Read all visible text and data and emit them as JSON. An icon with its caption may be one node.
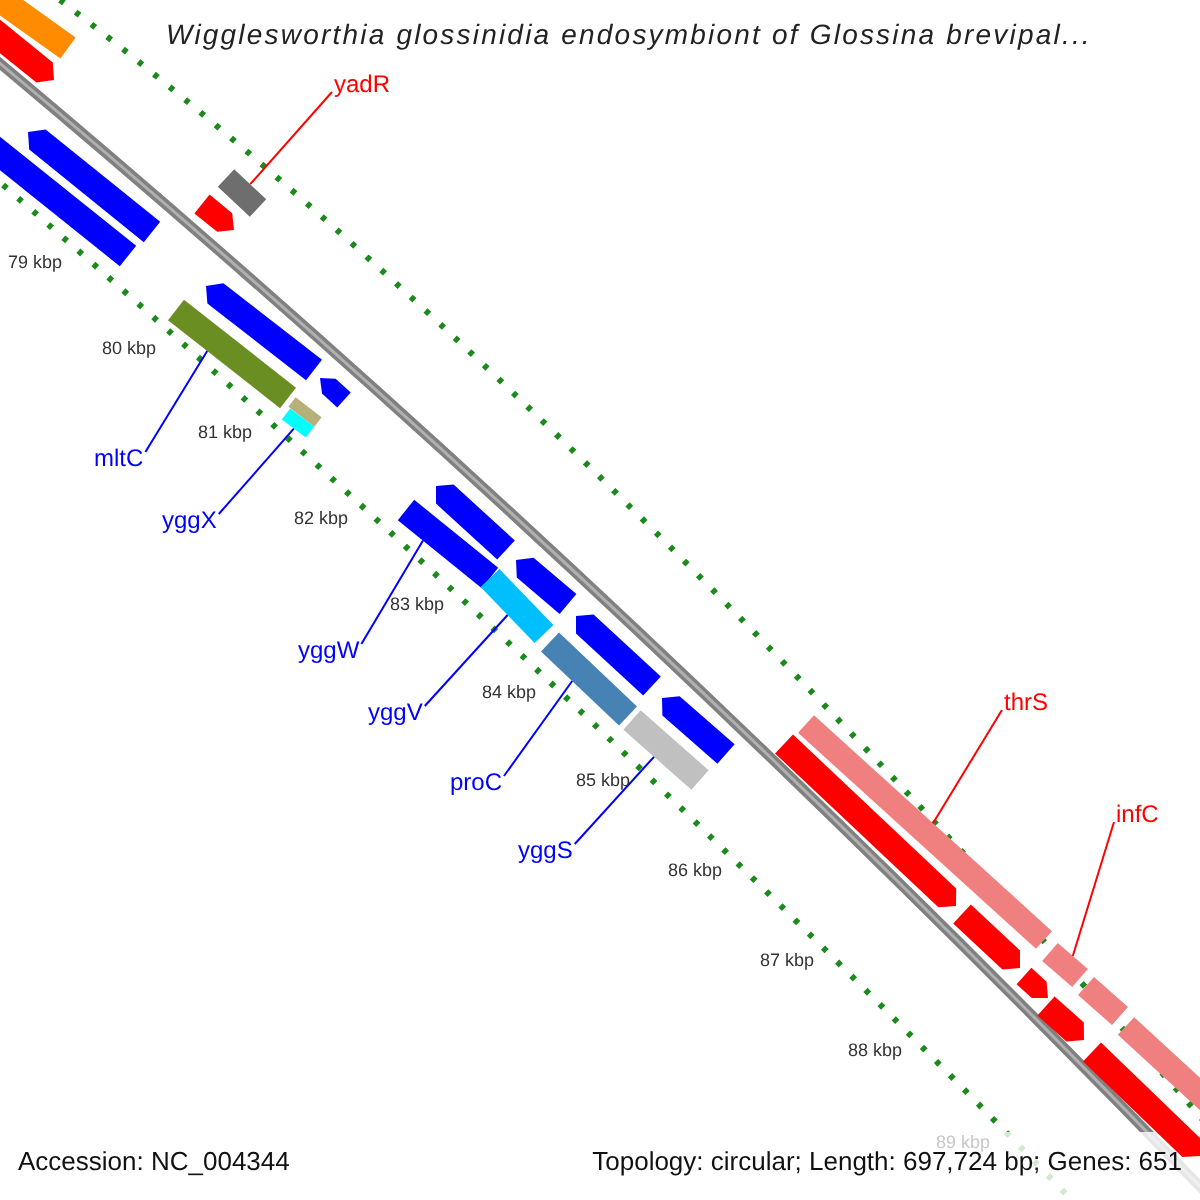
{
  "diagram": {
    "title": "Wigglesworthia glossinidia endosymbiont of Glossina brevipal...",
    "nodes": [
      {
        "text": [
          "yadR"
        ]
      },
      {
        "text": [],
        "shape": "bar"
      },
      {
        "text": [
          "mltC"
        ]
      },
      {
        "text": [],
        "shape": "bar"
      },
      {
        "text": [
          "yggX"
        ]
      },
      {
        "text": [],
        "shape": "bar"
      },
      {
        "text": [
          "yggW"
        ]
      },
      {
        "text": [],
        "shape": "bar"
      },
      {
        "text": [
          "yggV"
        ]
      },
      {
        "text": [],
        "shape": "bar"
      },
      {
        "text": [
          "proC"
        ]
      },
      {
        "text": [],
        "shape": "bar"
      },
      {
        "text": [
          "yggS"
        ]
      },
      {
        "text": [],
        "shape": "bar"
      },
      {
        "text": [
          "thrS"
        ]
      },
      {
        "text": [],
        "shape": "bar"
      },
      {
        "text": [
          "infC"
        ]
      },
      {
        "text": [],
        "shape": "bar"
      },
      {
        "text": [],
        "shape": "bar"
      },
      {
        "text": [],
        "shape": "arrow"
      },
      {
        "text": [],
        "shape": "arrow"
      },
      {
        "text": [],
        "shape": "arrow"
      },
      {
        "text": [],
        "shape": "bar"
      },
      {
        "text": [],
        "shape": "arrow"
      },
      {
        "text": [],
        "shape": "arrow"
      },
      {
        "text": [],
        "shape": "bar"
      },
      {
        "text": [],
        "shape": "arrow"
      },
      {
        "text": [],
        "shape": "arrow"
      },
      {
        "text": [],
        "shape": "arrow"
      },
      {
        "text": [],
        "shape": "arrow"
      },
      {
        "text": [],
        "shape": "arrow"
      },
      {
        "text": [],
        "shape": "arrow"
      },
      {
        "text": [],
        "shape": "arrow"
      },
      {
        "text": [],
        "shape": "arrow"
      },
      {
        "text": [],
        "shape": "arrow"
      },
      {
        "text": [],
        "shape": "bar"
      },
      {
        "text": [],
        "shape": "bar"
      }
    ],
    "edges": [
      {
        "from": 0,
        "to": 1,
        "arrow": "none",
        "color": "#ff0000"
      },
      {
        "from": 2,
        "to": 3,
        "arrow": "none"
      },
      {
        "from": 4,
        "to": 5,
        "arrow": "none"
      },
      {
        "from": 6,
        "to": 7,
        "arrow": "none"
      },
      {
        "from": 8,
        "to": 9,
        "arrow": "none"
      },
      {
        "from": 10,
        "to": 11,
        "arrow": "none"
      },
      {
        "from": 12,
        "to": 13,
        "arrow": "none"
      },
      {
        "from": 14,
        "to": 15,
        "arrow": "none",
        "color": "#ff0000"
      },
      {
        "from": 16,
        "to": 17,
        "arrow": "none",
        "color": "#ff0000"
      }
    ],
    "labels": [
      "79 kbp",
      "80 kbp",
      "81 kbp",
      "82 kbp",
      "83 kbp",
      "84 kbp",
      "85 kbp",
      "86 kbp",
      "87 kbp",
      "88 kbp",
      "89 kbp",
      "Accession: NC_004344",
      "Topology: circular; Length: 697,724 bp; Genes: 651"
    ]
  }
}
